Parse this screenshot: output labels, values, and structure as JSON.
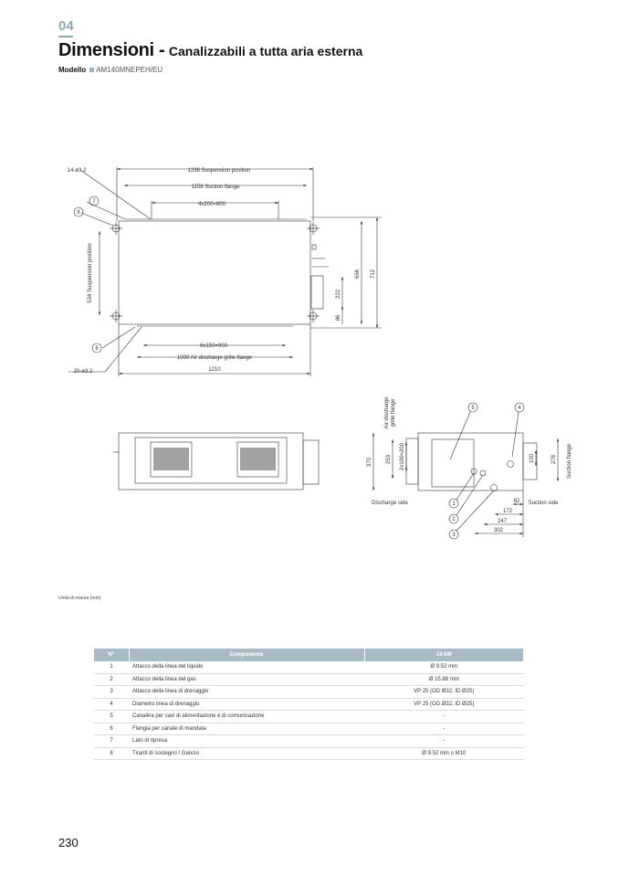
{
  "header": {
    "section": "04",
    "title": "Dimensioni -",
    "subtitle": "Canalizzabili a tutta aria esterna",
    "model_label": "Modello",
    "model_value": "AM140MNEPEH/EU"
  },
  "drawing": {
    "top": {
      "d1236": "1236 Suspension position",
      "d1158": "1158 Suction flange",
      "d800": "4x200=800",
      "holes_top": "14-ø3.2",
      "holes_bottom": "20-ø3.2",
      "d534": "534 Suspension position",
      "d656": "656",
      "d712": "712",
      "d222": "222",
      "d86": "86",
      "d900": "6x150=900",
      "d1000": "1000 Air discharge grille flange",
      "d1210": "1210",
      "c7": "7",
      "c8": "8",
      "c6": "6"
    },
    "side": {
      "air_discharge": "Air discharge",
      "grille_flange": "grille flange",
      "d370": "370",
      "d253": "253",
      "d2x100": "2x100=200",
      "d100": "100",
      "d278": "278",
      "suction_flange": "Suction flange",
      "discharge_side": "Discharge side",
      "suction_side": "Suction side",
      "d82": "82",
      "d172": "172",
      "d247": "247",
      "d302": "302",
      "c1": "1",
      "c2": "2",
      "c3": "3",
      "c4": "4",
      "c5": "5"
    }
  },
  "units": "Unità di misura (mm)",
  "table": {
    "headers": [
      "N°",
      "Componente",
      "14 kW"
    ],
    "rows": [
      [
        "1",
        "Attacco della linea del liquido",
        "Ø 9.52 mm"
      ],
      [
        "2",
        "Attacco della linea del gas",
        "Ø 15.88 mm"
      ],
      [
        "3",
        "Attacco della linea di drenaggio",
        "VP 25 (OD Ø32, ID Ø25)"
      ],
      [
        "4",
        "Diametro linea di drenaggio",
        "VP 25 (OD Ø32, ID Ø25)"
      ],
      [
        "5",
        "Canalina per cavi di alimentazione e di comunicazione",
        "-"
      ],
      [
        "6",
        "Flangia per canale di mandata",
        "-"
      ],
      [
        "7",
        "Lato di ripresa",
        "-"
      ],
      [
        "8",
        "Tiranti di sostegno / Gancio",
        "Ø 9.52 mm o M10"
      ]
    ]
  },
  "page_number": "230"
}
